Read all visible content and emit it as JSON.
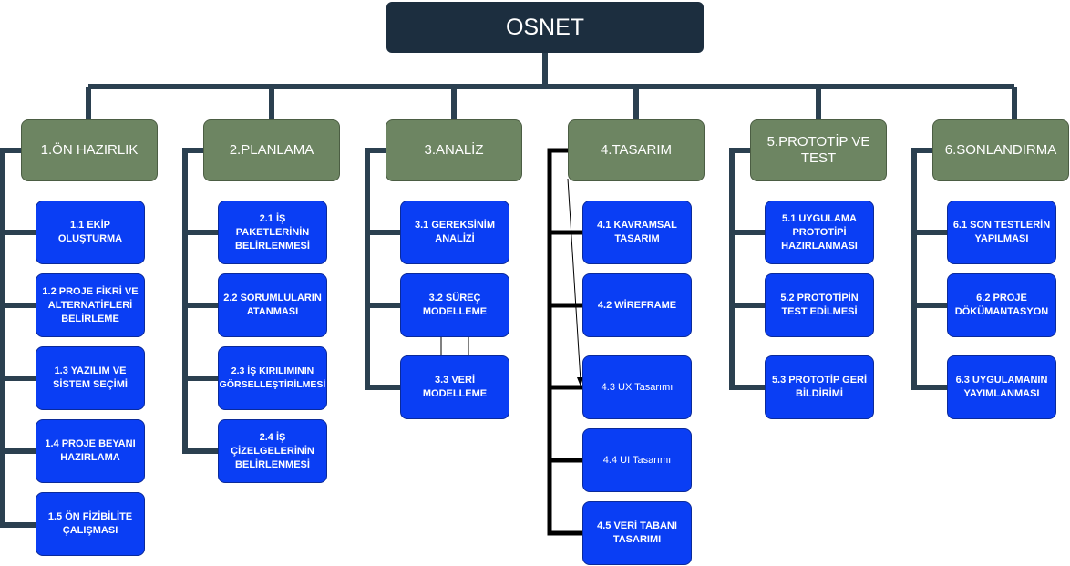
{
  "root": {
    "label": "OSNET"
  },
  "colors": {
    "root": "#1c2e3f",
    "phase": "#6d8562",
    "task": "#0a3ef4",
    "connector": "#2b4050"
  },
  "phases": [
    {
      "label": "1.ÖN HAZIRLIK",
      "tasks": [
        "1.1 EKİP OLUŞTURMA",
        "1.2 PROJE FİKRİ VE ALTERNATİFLERİ BELİRLEME",
        "1.3 YAZILIM VE SİSTEM SEÇİMİ",
        "1.4 PROJE BEYANI HAZIRLAMA",
        "1.5 ÖN FİZİBİLİTE ÇALIŞMASI"
      ]
    },
    {
      "label": "2.PLANLAMA",
      "tasks": [
        "2.1 İŞ PAKETLERİNİN BELİRLENMESİ",
        "2.2 SORUMLULARIN ATANMASI",
        "2.3 İŞ KIRILIMININ GÖRSELLEŞTİRİLMESİ",
        "2.4 İŞ ÇİZELGELERİNİN BELİRLENMESİ"
      ]
    },
    {
      "label": "3.ANALİZ",
      "tasks": [
        "3.1 GEREKSİNİM ANALİZİ",
        "3.2 SÜREÇ MODELLEME",
        "3.3 VERİ MODELLEME"
      ]
    },
    {
      "label": "4.TASARIM",
      "tasks": [
        "4.1 KAVRAMSAL TASARIM",
        "4.2 WİREFRAME",
        "4.3 UX Tasarımı",
        "4.4 UI Tasarımı",
        "4.5 VERİ TABANI TASARIMI"
      ]
    },
    {
      "label": "5.PROTOTİP VE TEST",
      "tasks": [
        "5.1 UYGULAMA PROTOTİPİ HAZIRLANMASI",
        "5.2 PROTOTİPİN TEST EDİLMESİ",
        "5.3 PROTOTİP GERİ BİLDİRİMİ"
      ]
    },
    {
      "label": "6.SONLANDIRMA",
      "tasks": [
        "6.1 SON TESTLERİN YAPILMASI",
        "6.2 PROJE DÖKÜMANTASYON",
        "6.3 UYGULAMANIN YAYIMLANMASI"
      ]
    }
  ]
}
